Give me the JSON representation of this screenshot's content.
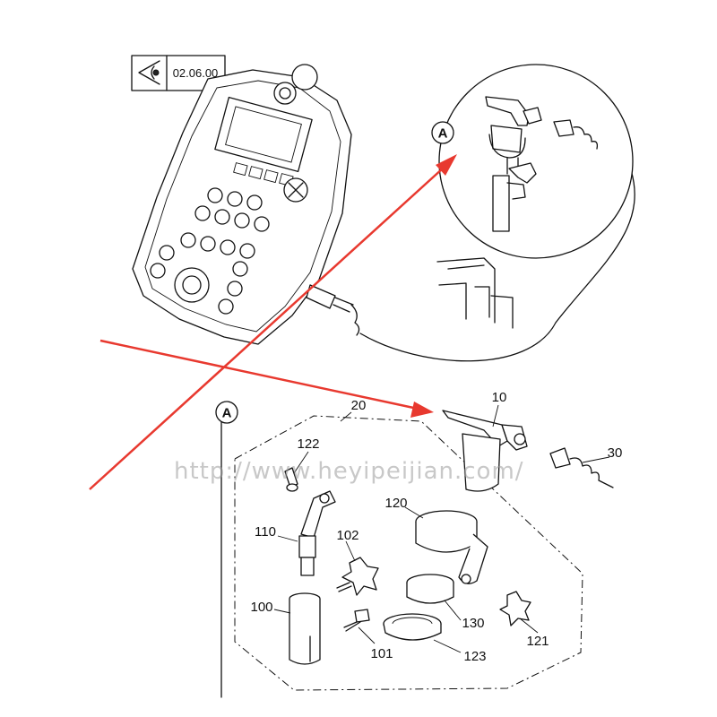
{
  "reference": {
    "code": "02.06.00",
    "icon": "eye-view-icon"
  },
  "callouts": {
    "detail": "A",
    "main": "A"
  },
  "parts": [
    {
      "id": "p10",
      "number": "10"
    },
    {
      "id": "p20",
      "number": "20"
    },
    {
      "id": "p30",
      "number": "30"
    },
    {
      "id": "p100",
      "number": "100"
    },
    {
      "id": "p101",
      "number": "101"
    },
    {
      "id": "p102",
      "number": "102"
    },
    {
      "id": "p110",
      "number": "110"
    },
    {
      "id": "p120",
      "number": "120"
    },
    {
      "id": "p121",
      "number": "121"
    },
    {
      "id": "p122",
      "number": "122"
    },
    {
      "id": "p123",
      "number": "123"
    },
    {
      "id": "p130",
      "number": "130"
    }
  ],
  "watermark": "http://www.heyipeijian.com/",
  "colors": {
    "line": "#111111",
    "arrow": "#e8392f",
    "watermark": "#9a9a9a",
    "background": "#ffffff"
  }
}
